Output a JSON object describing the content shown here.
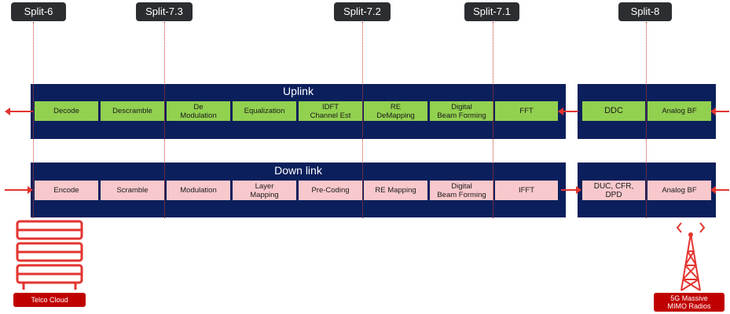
{
  "splits": [
    "Split-6",
    "Split-7.3",
    "Split-7.2",
    "Split-7.1",
    "Split-8"
  ],
  "uplink": {
    "title": "Uplink",
    "blocks": [
      "Decode",
      "Descramble",
      "De\nModulation",
      "Equalization",
      "IDFT\nChannel Est",
      "RE\nDeMapping",
      "Digital\nBeam Forming",
      "FFT"
    ],
    "radio_blocks": [
      "DDC",
      "Analog BF"
    ]
  },
  "downlink": {
    "title": "Down link",
    "blocks": [
      "Encode",
      "Scramble",
      "Modulation",
      "Layer\nMapping",
      "Pre-Coding",
      "RE Mapping",
      "Digital\nBeam Forming",
      "IFFT"
    ],
    "radio_blocks": [
      "DUC, CFR,\nDPD",
      "Analog BF"
    ]
  },
  "cloud": {
    "label": "Telco Cloud",
    "icon": "server-rack-icon"
  },
  "radio": {
    "label_line1": "5G Massive",
    "label_line2": "MIMO Radios",
    "icon": "antenna-tower-icon"
  },
  "colors": {
    "band": "#0b1f5c",
    "uplink_block": "#92d050",
    "downlink_block": "#f8c8cc",
    "accent_red": "#e3342f",
    "badge": "#c00000",
    "split_tag": "#2b2d31"
  }
}
